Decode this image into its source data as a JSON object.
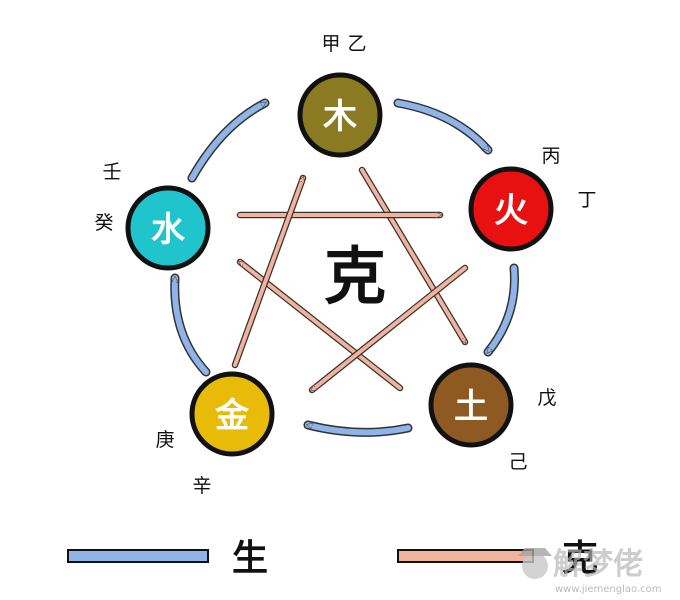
{
  "colors": {
    "sheng_arrow": "#8fb4e8",
    "ke_arrow": "#f2b29b",
    "outline": "#111111",
    "wood": "#8a7a22",
    "fire": "#e81010",
    "earth": "#8e5a22",
    "metal": "#e8bb08",
    "water": "#20c4cc"
  },
  "center_label": "克",
  "elements": [
    {
      "id": "wood",
      "label": "木",
      "stems": [
        "甲",
        "乙"
      ]
    },
    {
      "id": "fire",
      "label": "火",
      "stems": [
        "丙",
        "丁"
      ]
    },
    {
      "id": "earth",
      "label": "土",
      "stems": [
        "戊",
        "己"
      ]
    },
    {
      "id": "metal",
      "label": "金",
      "stems": [
        "庚",
        "辛"
      ]
    },
    {
      "id": "water",
      "label": "水",
      "stems": [
        "壬",
        "癸"
      ]
    }
  ],
  "legend": {
    "sheng_label": "生",
    "ke_label": "克"
  },
  "watermark": {
    "brand": "解梦佬",
    "url": "www.jiemenglao.com"
  }
}
